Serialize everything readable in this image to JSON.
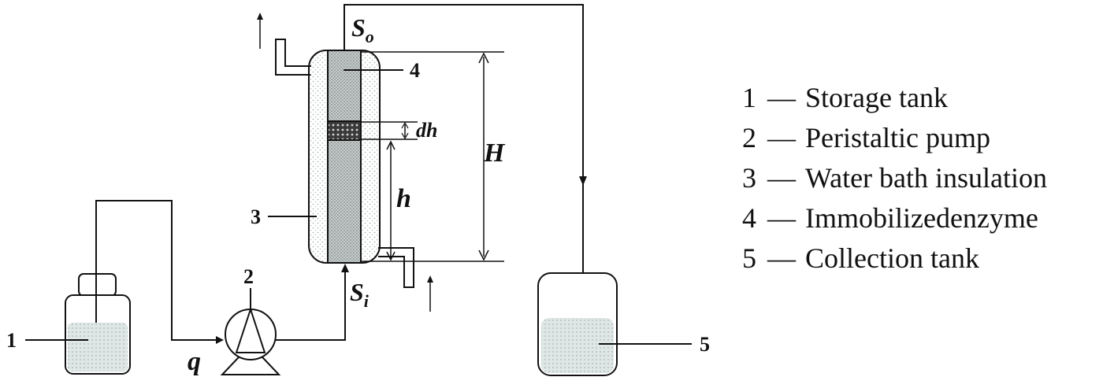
{
  "components": {
    "storage_tank": {
      "number": "1"
    },
    "peristaltic_pump": {
      "number": "2"
    },
    "water_bath": {
      "number": "3"
    },
    "immobilized_enzyme": {
      "number": "4"
    },
    "collection_tank": {
      "number": "5"
    }
  },
  "labels": {
    "inlet_sub": "i",
    "outlet_sub": "o",
    "S": "S",
    "flow": "q",
    "total_height": "H",
    "height": "h",
    "slice": "dh"
  },
  "legend": [
    {
      "number": "1",
      "dash": "—",
      "text": "Storage tank"
    },
    {
      "number": "2",
      "dash": "—",
      "text": "Peristaltic pump"
    },
    {
      "number": "3",
      "dash": "—",
      "text": "Water bath insulation"
    },
    {
      "number": "4",
      "dash": "—",
      "text": "Immobilizedenzyme"
    },
    {
      "number": "5",
      "dash": "—",
      "text": "Collection tank"
    }
  ]
}
